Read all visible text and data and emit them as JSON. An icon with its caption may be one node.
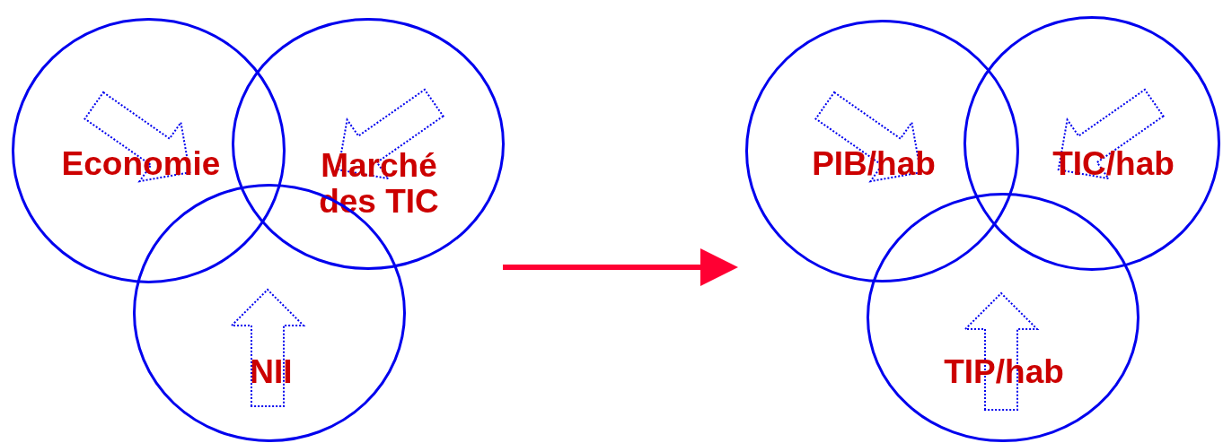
{
  "diagram": {
    "nodes": [
      {
        "text": [
          "Economie"
        ]
      },
      {
        "text": [
          "Marché des TIC"
        ]
      },
      {
        "text": [
          "NII"
        ]
      },
      {
        "text": [
          "PIB/hab"
        ]
      },
      {
        "text": [
          "TIC/hab"
        ]
      },
      {
        "text": [
          "TIP/hab"
        ]
      }
    ],
    "edges": [
      {
        "from": 1,
        "to": 3,
        "arrow": "to",
        "color": "#ff0033"
      }
    ]
  }
}
